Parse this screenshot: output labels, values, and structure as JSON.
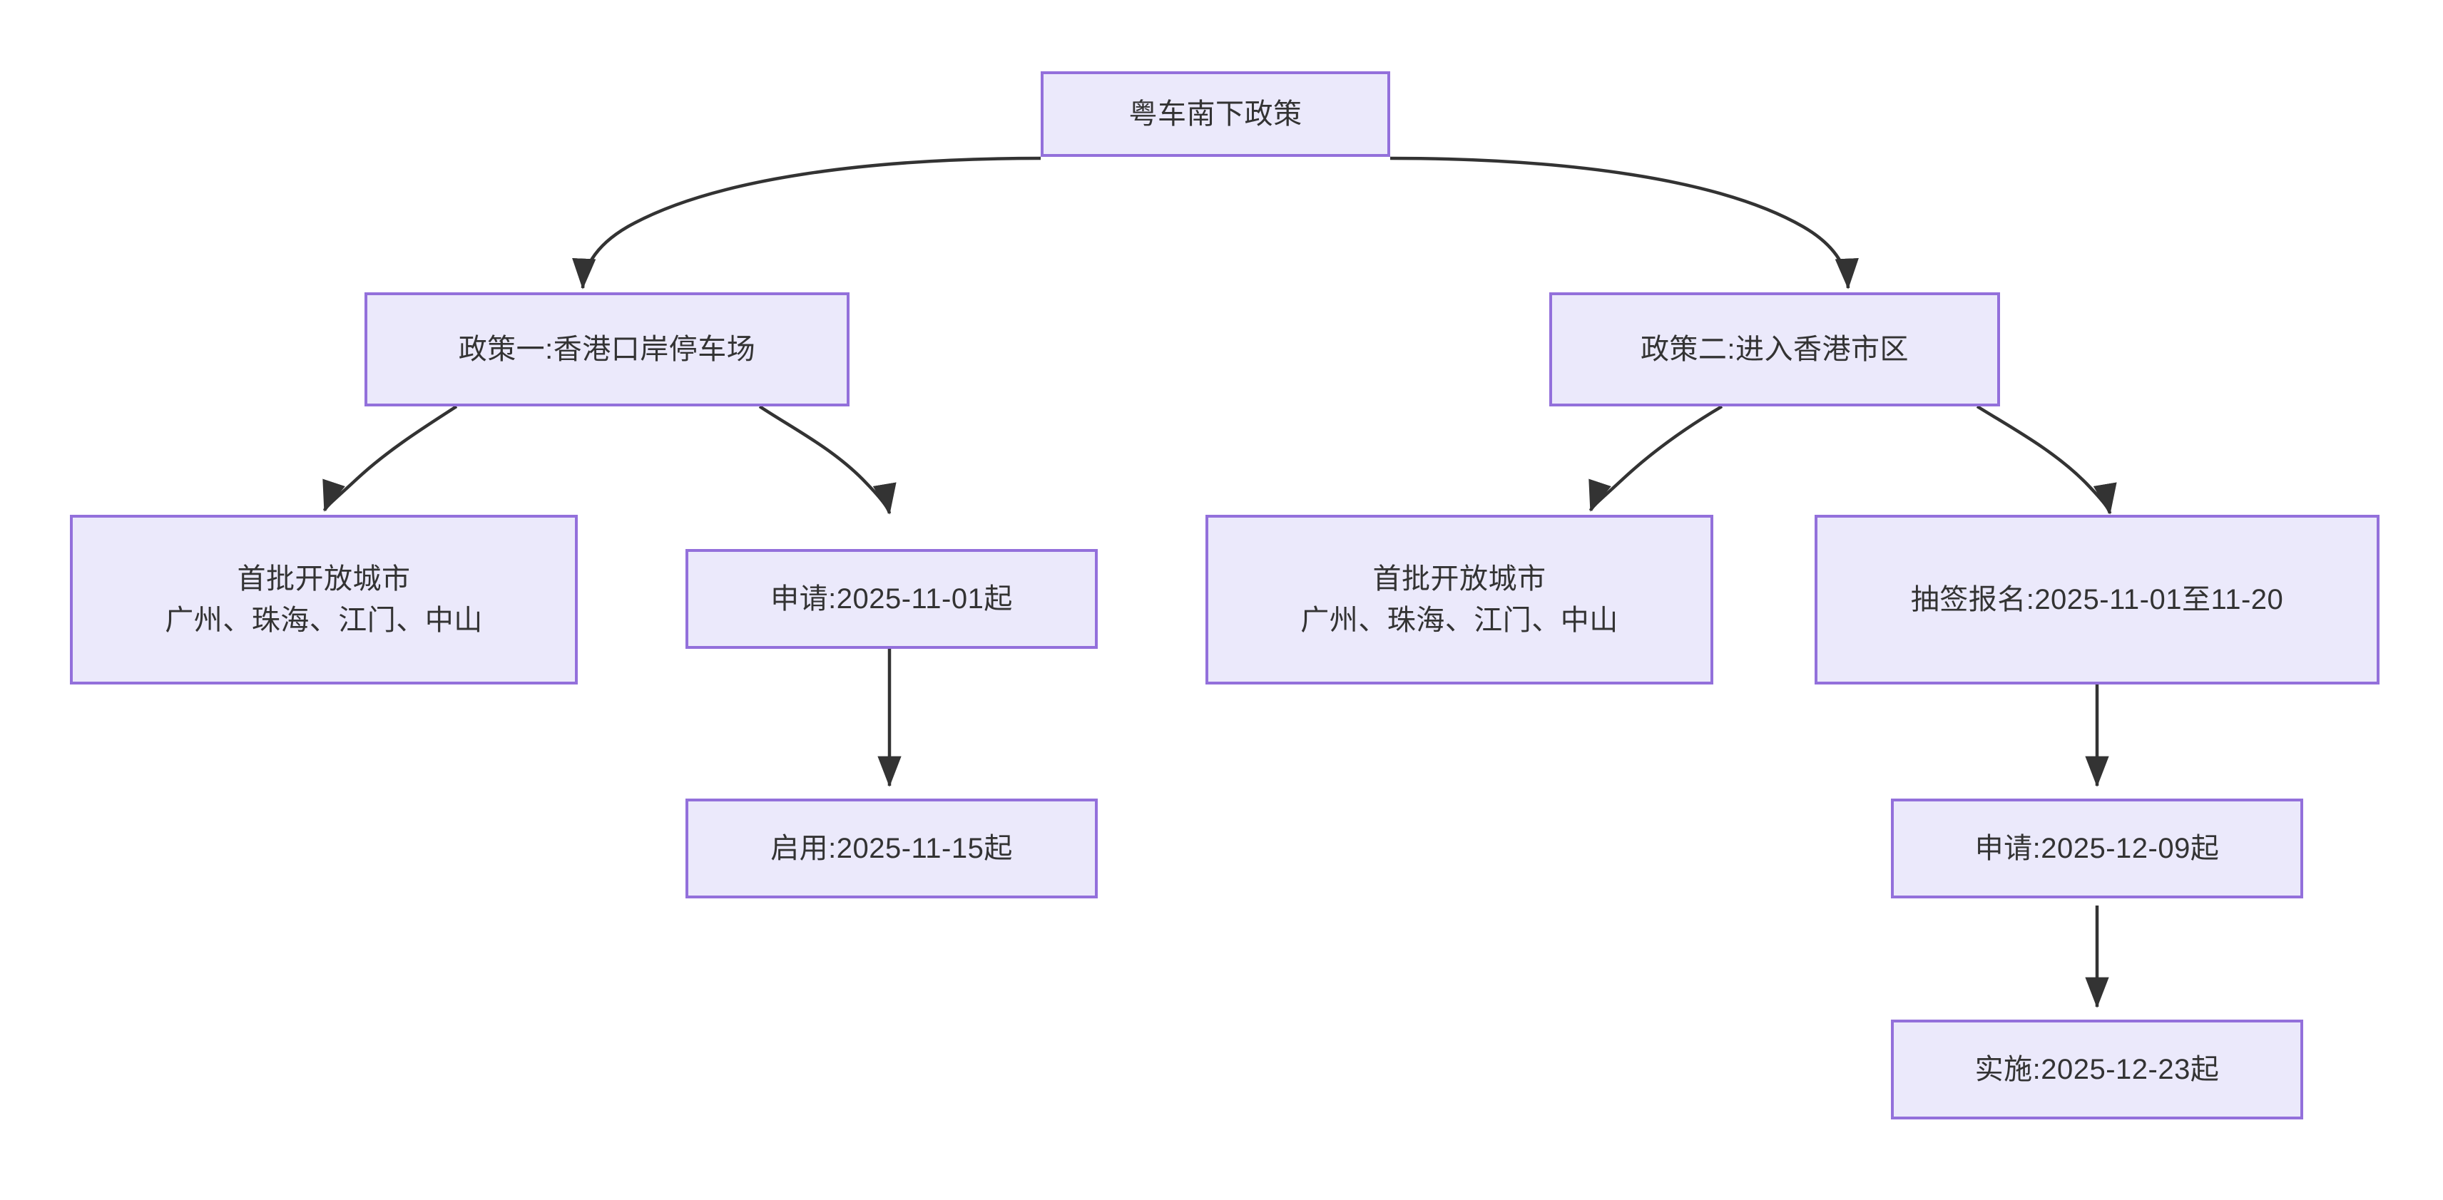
{
  "diagram": {
    "type": "flowchart",
    "direction": "top-down",
    "title_node": "粤车南下政策",
    "theme": {
      "node_fill": "#ebe9fb",
      "node_border": "#9370db",
      "node_text": "#333333",
      "edge_stroke": "#333333",
      "canvas_background": "#ffffff"
    },
    "nodes": [
      {
        "id": "root",
        "label": "粤车南下政策"
      },
      {
        "id": "policy1",
        "label": "政策一:香港口岸停车场"
      },
      {
        "id": "policy2",
        "label": "政策二:进入香港市区"
      },
      {
        "id": "p1_cities",
        "label": "首批开放城市\n广州、珠海、江门、中山"
      },
      {
        "id": "p1_apply",
        "label": "申请:2025-11-01起"
      },
      {
        "id": "p1_enable",
        "label": "启用:2025-11-15起"
      },
      {
        "id": "p2_cities",
        "label": "首批开放城市\n广州、珠海、江门、中山"
      },
      {
        "id": "p2_lottery",
        "label": "抽签报名:2025-11-01至11-20"
      },
      {
        "id": "p2_apply",
        "label": "申请:2025-12-09起"
      },
      {
        "id": "p2_implement",
        "label": "实施:2025-12-23起"
      }
    ],
    "edges": [
      {
        "from": "root",
        "to": "policy1"
      },
      {
        "from": "root",
        "to": "policy2"
      },
      {
        "from": "policy1",
        "to": "p1_cities"
      },
      {
        "from": "policy1",
        "to": "p1_apply"
      },
      {
        "from": "p1_apply",
        "to": "p1_enable"
      },
      {
        "from": "policy2",
        "to": "p2_cities"
      },
      {
        "from": "policy2",
        "to": "p2_lottery"
      },
      {
        "from": "p2_lottery",
        "to": "p2_apply"
      },
      {
        "from": "p2_apply",
        "to": "p2_implement"
      }
    ]
  }
}
